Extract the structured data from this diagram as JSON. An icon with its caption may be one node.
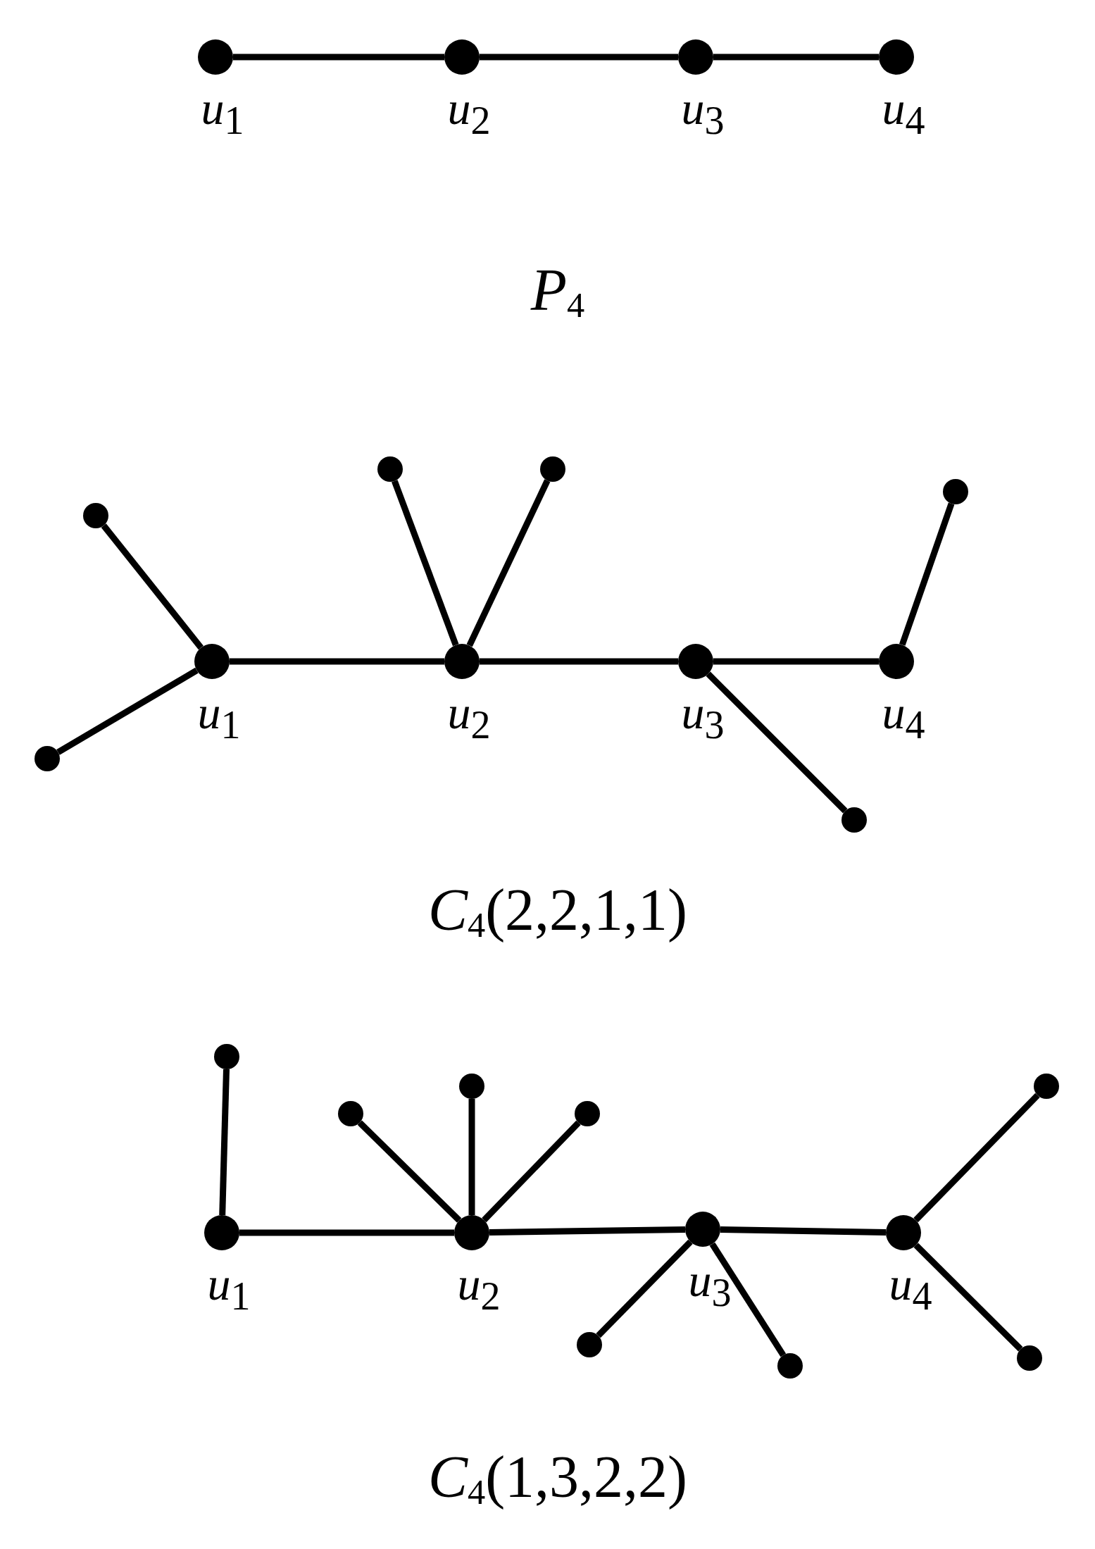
{
  "diagram": {
    "nodes": [
      {
        "text": [],
        "shape": "circle",
        "beside": [
          "*u*$_{1}$"
        ]
      },
      {
        "text": [],
        "shape": "circle",
        "beside": [
          "*u*$_{2}$"
        ]
      },
      {
        "text": [],
        "shape": "circle",
        "beside": [
          "*u*$_{3}$"
        ]
      },
      {
        "text": [],
        "shape": "circle",
        "beside": [
          "*u*$_{4}$"
        ]
      },
      {
        "text": [],
        "shape": "circle",
        "beside": [
          "*u*$_{1}$"
        ]
      },
      {
        "text": [],
        "shape": "circle",
        "beside": [
          "*u*$_{2}$"
        ]
      },
      {
        "text": [],
        "shape": "circle",
        "beside": [
          "*u*$_{3}$"
        ]
      },
      {
        "text": [],
        "shape": "circle",
        "beside": [
          "*u*$_{4}$"
        ]
      },
      {
        "text": [],
        "shape": "circle"
      },
      {
        "text": [],
        "shape": "circle"
      },
      {
        "text": [],
        "shape": "circle"
      },
      {
        "text": [],
        "shape": "circle"
      },
      {
        "text": [],
        "shape": "circle"
      },
      {
        "text": [],
        "shape": "circle"
      },
      {
        "text": [],
        "shape": "circle",
        "beside": [
          "*u*$_{1}$"
        ]
      },
      {
        "text": [],
        "shape": "circle",
        "beside": [
          "*u*$_{2}$"
        ]
      },
      {
        "text": [],
        "shape": "circle",
        "beside": [
          "*u*$_{3}$"
        ]
      },
      {
        "text": [],
        "shape": "circle",
        "beside": [
          "*u*$_{4}$"
        ]
      },
      {
        "text": [],
        "shape": "circle"
      },
      {
        "text": [],
        "shape": "circle"
      },
      {
        "text": [],
        "shape": "circle"
      },
      {
        "text": [],
        "shape": "circle"
      },
      {
        "text": [],
        "shape": "circle"
      },
      {
        "text": [],
        "shape": "circle"
      },
      {
        "text": [],
        "shape": "circle"
      },
      {
        "text": [],
        "shape": "circle"
      }
    ],
    "edges": [
      {
        "from": 0,
        "to": 1,
        "arrow": "none"
      },
      {
        "from": 1,
        "to": 2,
        "arrow": "none"
      },
      {
        "from": 2,
        "to": 3,
        "arrow": "none"
      },
      {
        "from": 4,
        "to": 5,
        "arrow": "none"
      },
      {
        "from": 5,
        "to": 6,
        "arrow": "none"
      },
      {
        "from": 6,
        "to": 7,
        "arrow": "none"
      },
      {
        "from": 4,
        "to": 8,
        "arrow": "none"
      },
      {
        "from": 4,
        "to": 9,
        "arrow": "none"
      },
      {
        "from": 5,
        "to": 10,
        "arrow": "none"
      },
      {
        "from": 5,
        "to": 11,
        "arrow": "none"
      },
      {
        "from": 7,
        "to": 12,
        "arrow": "none"
      },
      {
        "from": 6,
        "to": 13,
        "arrow": "none"
      },
      {
        "from": 14,
        "to": 15,
        "arrow": "none"
      },
      {
        "from": 15,
        "to": 16,
        "arrow": "none"
      },
      {
        "from": 16,
        "to": 17,
        "arrow": "none"
      },
      {
        "from": 14,
        "to": 18,
        "arrow": "none"
      },
      {
        "from": 15,
        "to": 19,
        "arrow": "none"
      },
      {
        "from": 15,
        "to": 20,
        "arrow": "none"
      },
      {
        "from": 15,
        "to": 21,
        "arrow": "none"
      },
      {
        "from": 16,
        "to": 22,
        "arrow": "none"
      },
      {
        "from": 16,
        "to": 23,
        "arrow": "none"
      },
      {
        "from": 17,
        "to": 24,
        "arrow": "none"
      },
      {
        "from": 17,
        "to": 25,
        "arrow": "none"
      }
    ],
    "labels": [
      "*P*$_{4}$",
      "*C*$_{4}$(2,2,1,1)",
      "*C*$_{4}$(1,3,2,2)"
    ]
  }
}
